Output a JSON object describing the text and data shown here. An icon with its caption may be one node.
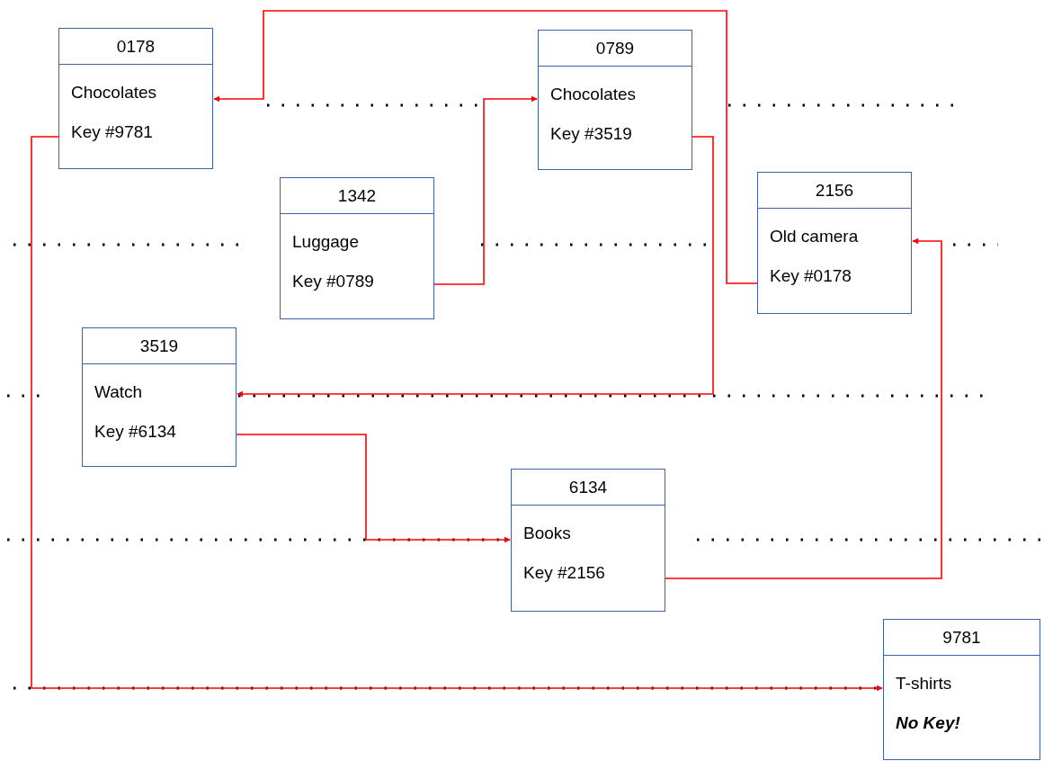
{
  "diagram": {
    "nodes": [
      {
        "text": [
          "0178",
          "Chocolates",
          "Key #9781"
        ]
      },
      {
        "text": [
          "0789",
          "Chocolates",
          "Key #3519"
        ]
      },
      {
        "text": [
          "1342",
          "Luggage",
          "Key #0789"
        ]
      },
      {
        "text": [
          "2156",
          "Old camera",
          "Key #0178"
        ]
      },
      {
        "text": [
          "3519",
          "Watch",
          "Key #6134"
        ]
      },
      {
        "text": [
          "6134",
          "Books",
          "Key #2156"
        ]
      },
      {
        "text": [
          "9781",
          "T-shirts",
          "No Key!"
        ]
      }
    ],
    "edges": [
      {
        "from": 0,
        "to": 6,
        "arrow": "to"
      },
      {
        "from": 2,
        "to": 1,
        "arrow": "to"
      },
      {
        "from": 1,
        "to": 4,
        "arrow": "to"
      },
      {
        "from": 3,
        "to": 0,
        "arrow": "to"
      },
      {
        "from": 4,
        "to": 5,
        "arrow": "to"
      },
      {
        "from": 5,
        "to": 3,
        "arrow": "to"
      }
    ]
  }
}
